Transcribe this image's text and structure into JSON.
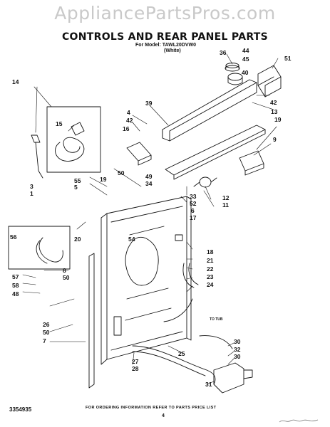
{
  "watermark": "AppliancePartsPros.com",
  "title": "CONTROLS AND REAR PANEL PARTS",
  "model_line": "For Model: TAWL20DVW0",
  "variant": "(White)",
  "doc_number": "3354935",
  "footer_note": "FOR ORDERING INFORMATION REFER TO PARTS PRICE LIST",
  "page_number": "4",
  "hose_note": "TO TUB",
  "callouts": [
    "14",
    "15",
    "13",
    "19",
    "9",
    "3",
    "1",
    "42",
    "16",
    "4",
    "39",
    "49",
    "34",
    "50",
    "55",
    "5",
    "19",
    "36",
    "44",
    "45",
    "40",
    "51",
    "42",
    "12",
    "11",
    "33",
    "52",
    "6",
    "17",
    "20",
    "56",
    "8",
    "50",
    "57",
    "58",
    "48",
    "26",
    "50",
    "7",
    "54",
    "18",
    "21",
    "22",
    "23",
    "24",
    "25",
    "27",
    "28",
    "31",
    "30",
    "32",
    "30"
  ]
}
